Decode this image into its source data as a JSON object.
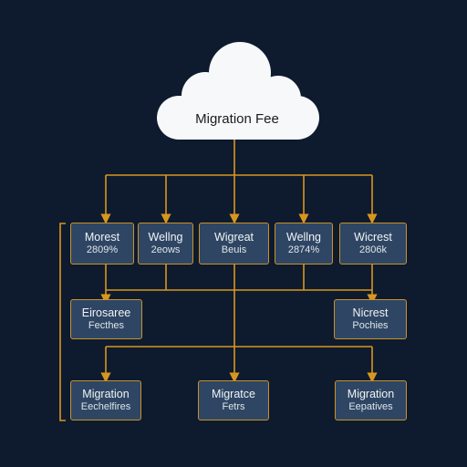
{
  "colors": {
    "background": "#0e1a2e",
    "box_fill": "#2e4663",
    "connector": "#d9961f",
    "cloud": "#f7f8fa"
  },
  "cloud": {
    "icon": "cloud-icon",
    "label": "Migration Fee"
  },
  "row1": [
    {
      "line1": "Morest",
      "line2": "2809%"
    },
    {
      "line1": "Wellng",
      "line2": "2eows"
    },
    {
      "line1": "Wigreat",
      "line2": "Beuis"
    },
    {
      "line1": "Wellng",
      "line2": "2874%"
    },
    {
      "line1": "Wicrest",
      "line2": "2806k"
    }
  ],
  "row2": [
    {
      "line1": "Eirosaree",
      "line2": "Fecthes"
    },
    {
      "line1": "Nicrest",
      "line2": "Pochies"
    }
  ],
  "row3": [
    {
      "line1": "Migration",
      "line2": "Eechelfires"
    },
    {
      "line1": "Migratce",
      "line2": "Fetrs"
    },
    {
      "line1": "Migration",
      "line2": "Eepatives"
    }
  ]
}
